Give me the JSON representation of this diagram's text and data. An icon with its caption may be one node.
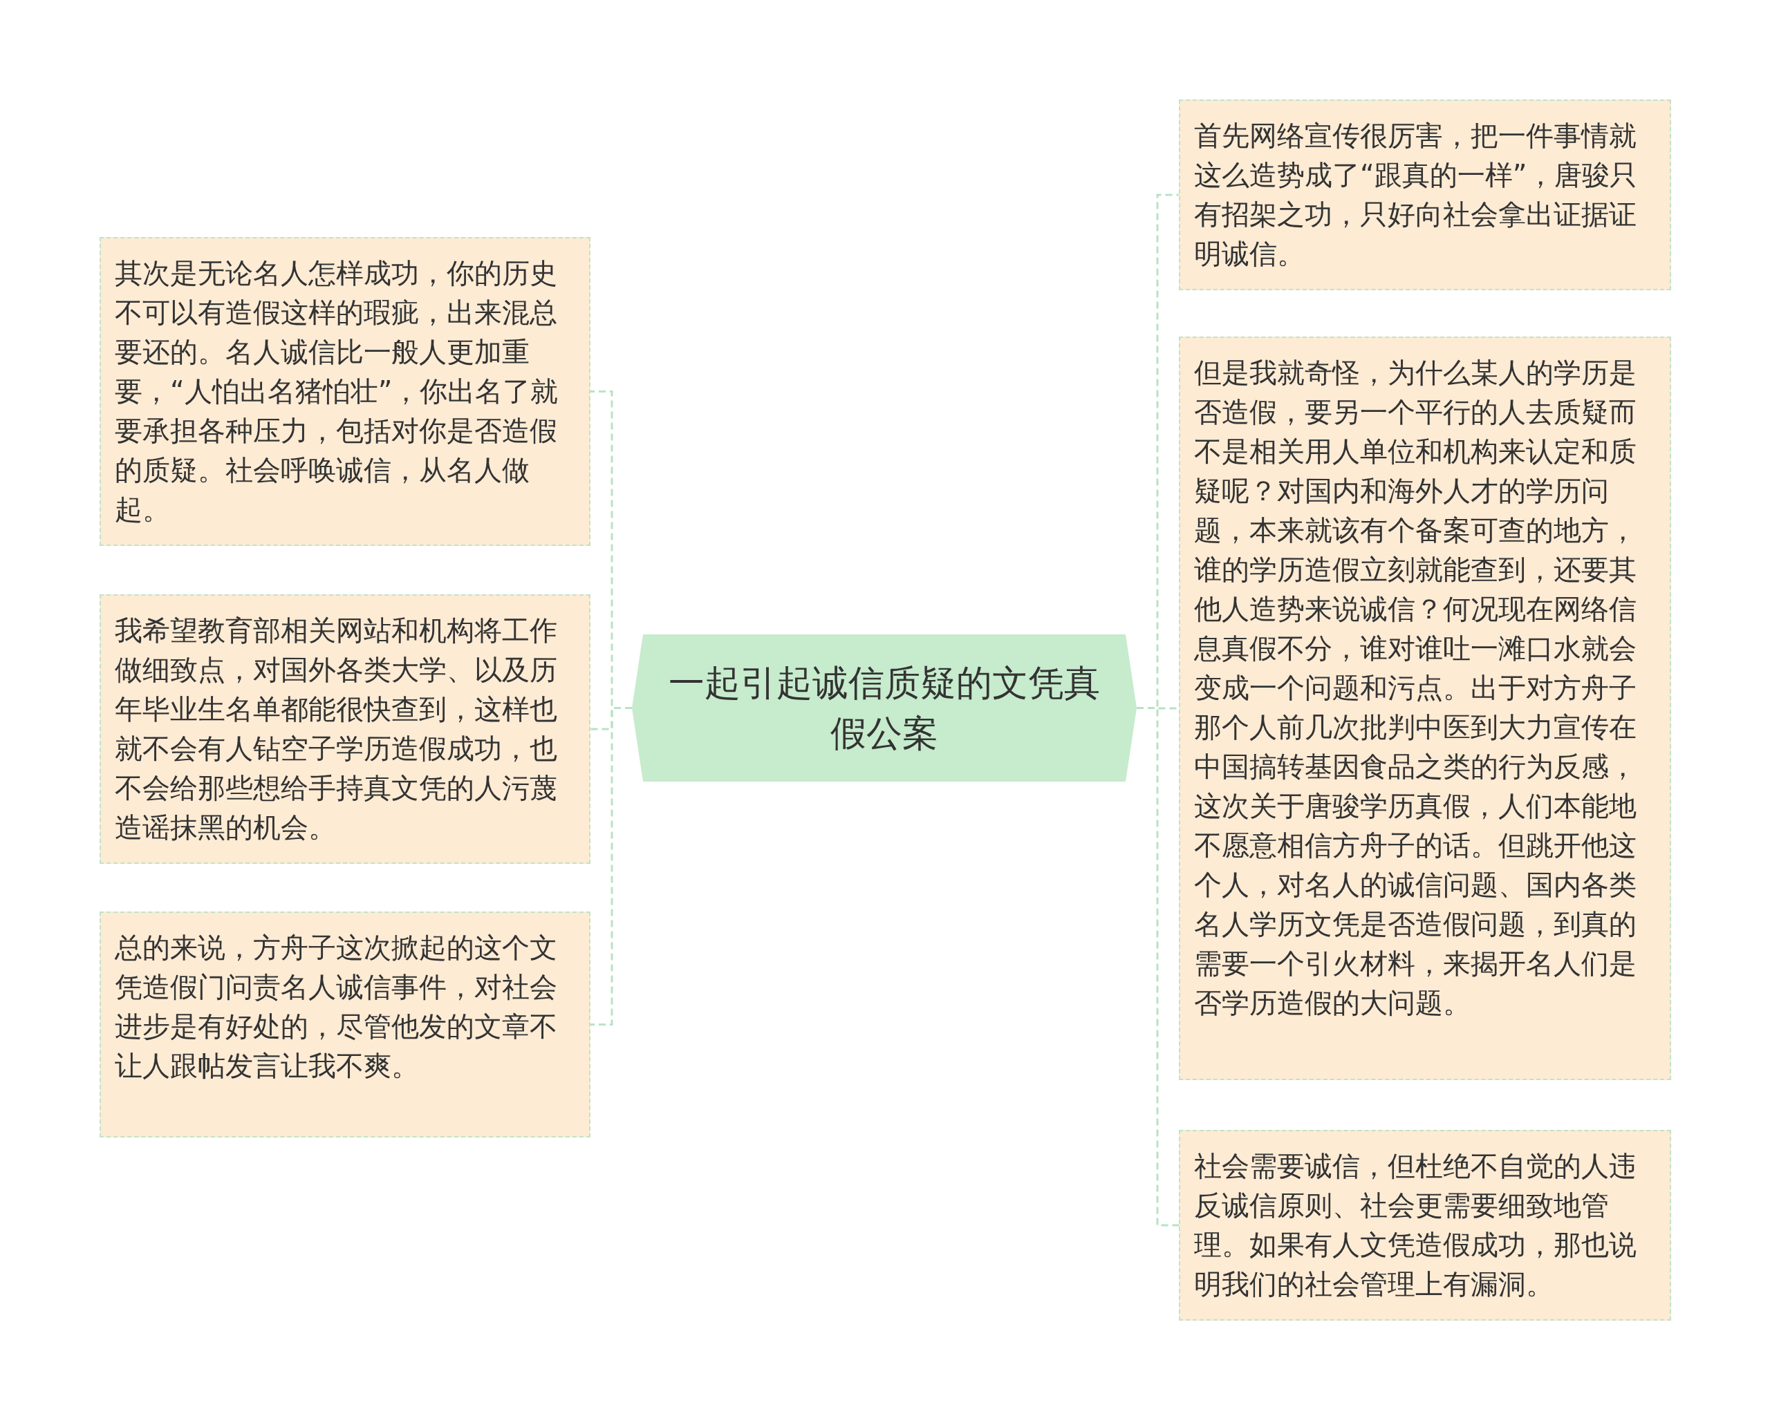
{
  "diagram": {
    "nodes": [
      {
        "text": [
          "一起引起诚信质疑的文凭真假公案"
        ]
      },
      {
        "text": [
          "其次是无论名人怎样成功，你的历史不可以有造假这样的瑕疵，出来混总要还的。名人诚信比一般人更加重要，“人怕出名猪怕壮”，你出名了就要承担各种压力，包括对你是否造假的质疑。社会呼唤诚信，从名人做起。"
        ]
      },
      {
        "text": [
          "我希望教育部相关网站和机构将工作做细致点，对国外各类大学、以及历年毕业生名单都能很快查到，这样也就不会有人钻空子学历造假成功，也不会给那些想给手持真文凭的人污蔑造谣抹黑的机会。"
        ]
      },
      {
        "text": [
          "总的来说，方舟子这次掀起的这个文凭造假门问责名人诚信事件，对社会进步是有好处的，尽管他发的文章不让人跟帖发言让我不爽。"
        ]
      },
      {
        "text": [
          "首先网络宣传很厉害，把一件事情就这么造势成了“跟真的一样”，唐骏只有招架之功，只好向社会拿出证据证明诚信。"
        ]
      },
      {
        "text": [
          "但是我就奇怪，为什么某人的学历是否造假，要另一个平行的人去质疑而不是相关用人单位和机构来认定和质疑呢？对国内和海外人才的学历问题，本来就该有个备案可查的地方，谁的学历造假立刻就能查到，还要其他人造势来说诚信？何况现在网络信息真假不分，谁对谁吐一滩口水就会变成一个问题和污点。出于对方舟子那个人前几次批判中医到大力宣传在中国搞转基因食品之类的行为反感，这次关于唐骏学历真假，人们本能地不愿意相信方舟子的话。但跳开他这个人，对名人的诚信问题、国内各类名人学历文凭是否造假问题，到真的需要一个引火材料，来揭开名人们是否学历造假的大问题。"
        ]
      },
      {
        "text": [
          "社会需要诚信，但杜绝不自觉的人违反诚信原则、社会更需要细致地管理。如果有人文凭造假成功，那也说明我们的社会管理上有漏洞。"
        ]
      }
    ],
    "edges": [
      {
        "from": 0,
        "to": 1,
        "arrow": "none"
      },
      {
        "from": 0,
        "to": 2,
        "arrow": "none"
      },
      {
        "from": 0,
        "to": 3,
        "arrow": "none"
      },
      {
        "from": 0,
        "to": 4,
        "arrow": "none"
      },
      {
        "from": 0,
        "to": 5,
        "arrow": "none"
      },
      {
        "from": 0,
        "to": 6,
        "arrow": "none"
      }
    ]
  }
}
